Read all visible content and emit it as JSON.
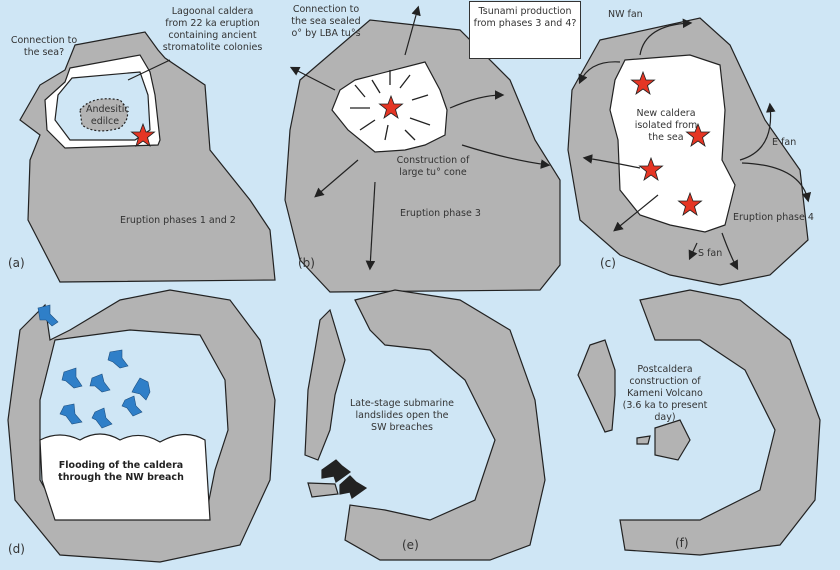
{
  "colors": {
    "sea": "#cfe6f5",
    "land": "#b3b3b3",
    "caldera": "#ffffff",
    "vent": "#e53524",
    "flood_arrow": "#2f7fc8"
  },
  "panels": {
    "a": {
      "label": "(a)",
      "phase": "Eruption phases 1 and 2",
      "connection": "Connection to the sea?",
      "lagoon": "Lagoonal caldera from 22 ka eruption containing ancient stromatolite colonies",
      "edifice": "Andesitic edilce"
    },
    "b": {
      "label": "(b)",
      "phase": "Eruption phase 3",
      "connection": "Connection to the sea sealed o° by LBA tu°s",
      "cone": "Construction of large tu° cone",
      "tsunami": "Tsunami production from phases 3 and 4?"
    },
    "c": {
      "label": "(c)",
      "phase": "Eruption phase 4",
      "caldera": "New caldera isolated from the sea",
      "nw_fan": "NW fan",
      "e_fan": "E fan",
      "s_fan": "S fan"
    },
    "d": {
      "label": "(d)",
      "flooding": "Flooding of the caldera through the NW breach"
    },
    "e": {
      "label": "(e)",
      "landslides": "Late-stage submarine landslides open the SW breaches"
    },
    "f": {
      "label": "(f)",
      "postcaldera": "Postcaldera construction of Kameni Volcano (3.6 ka to present day)"
    }
  }
}
